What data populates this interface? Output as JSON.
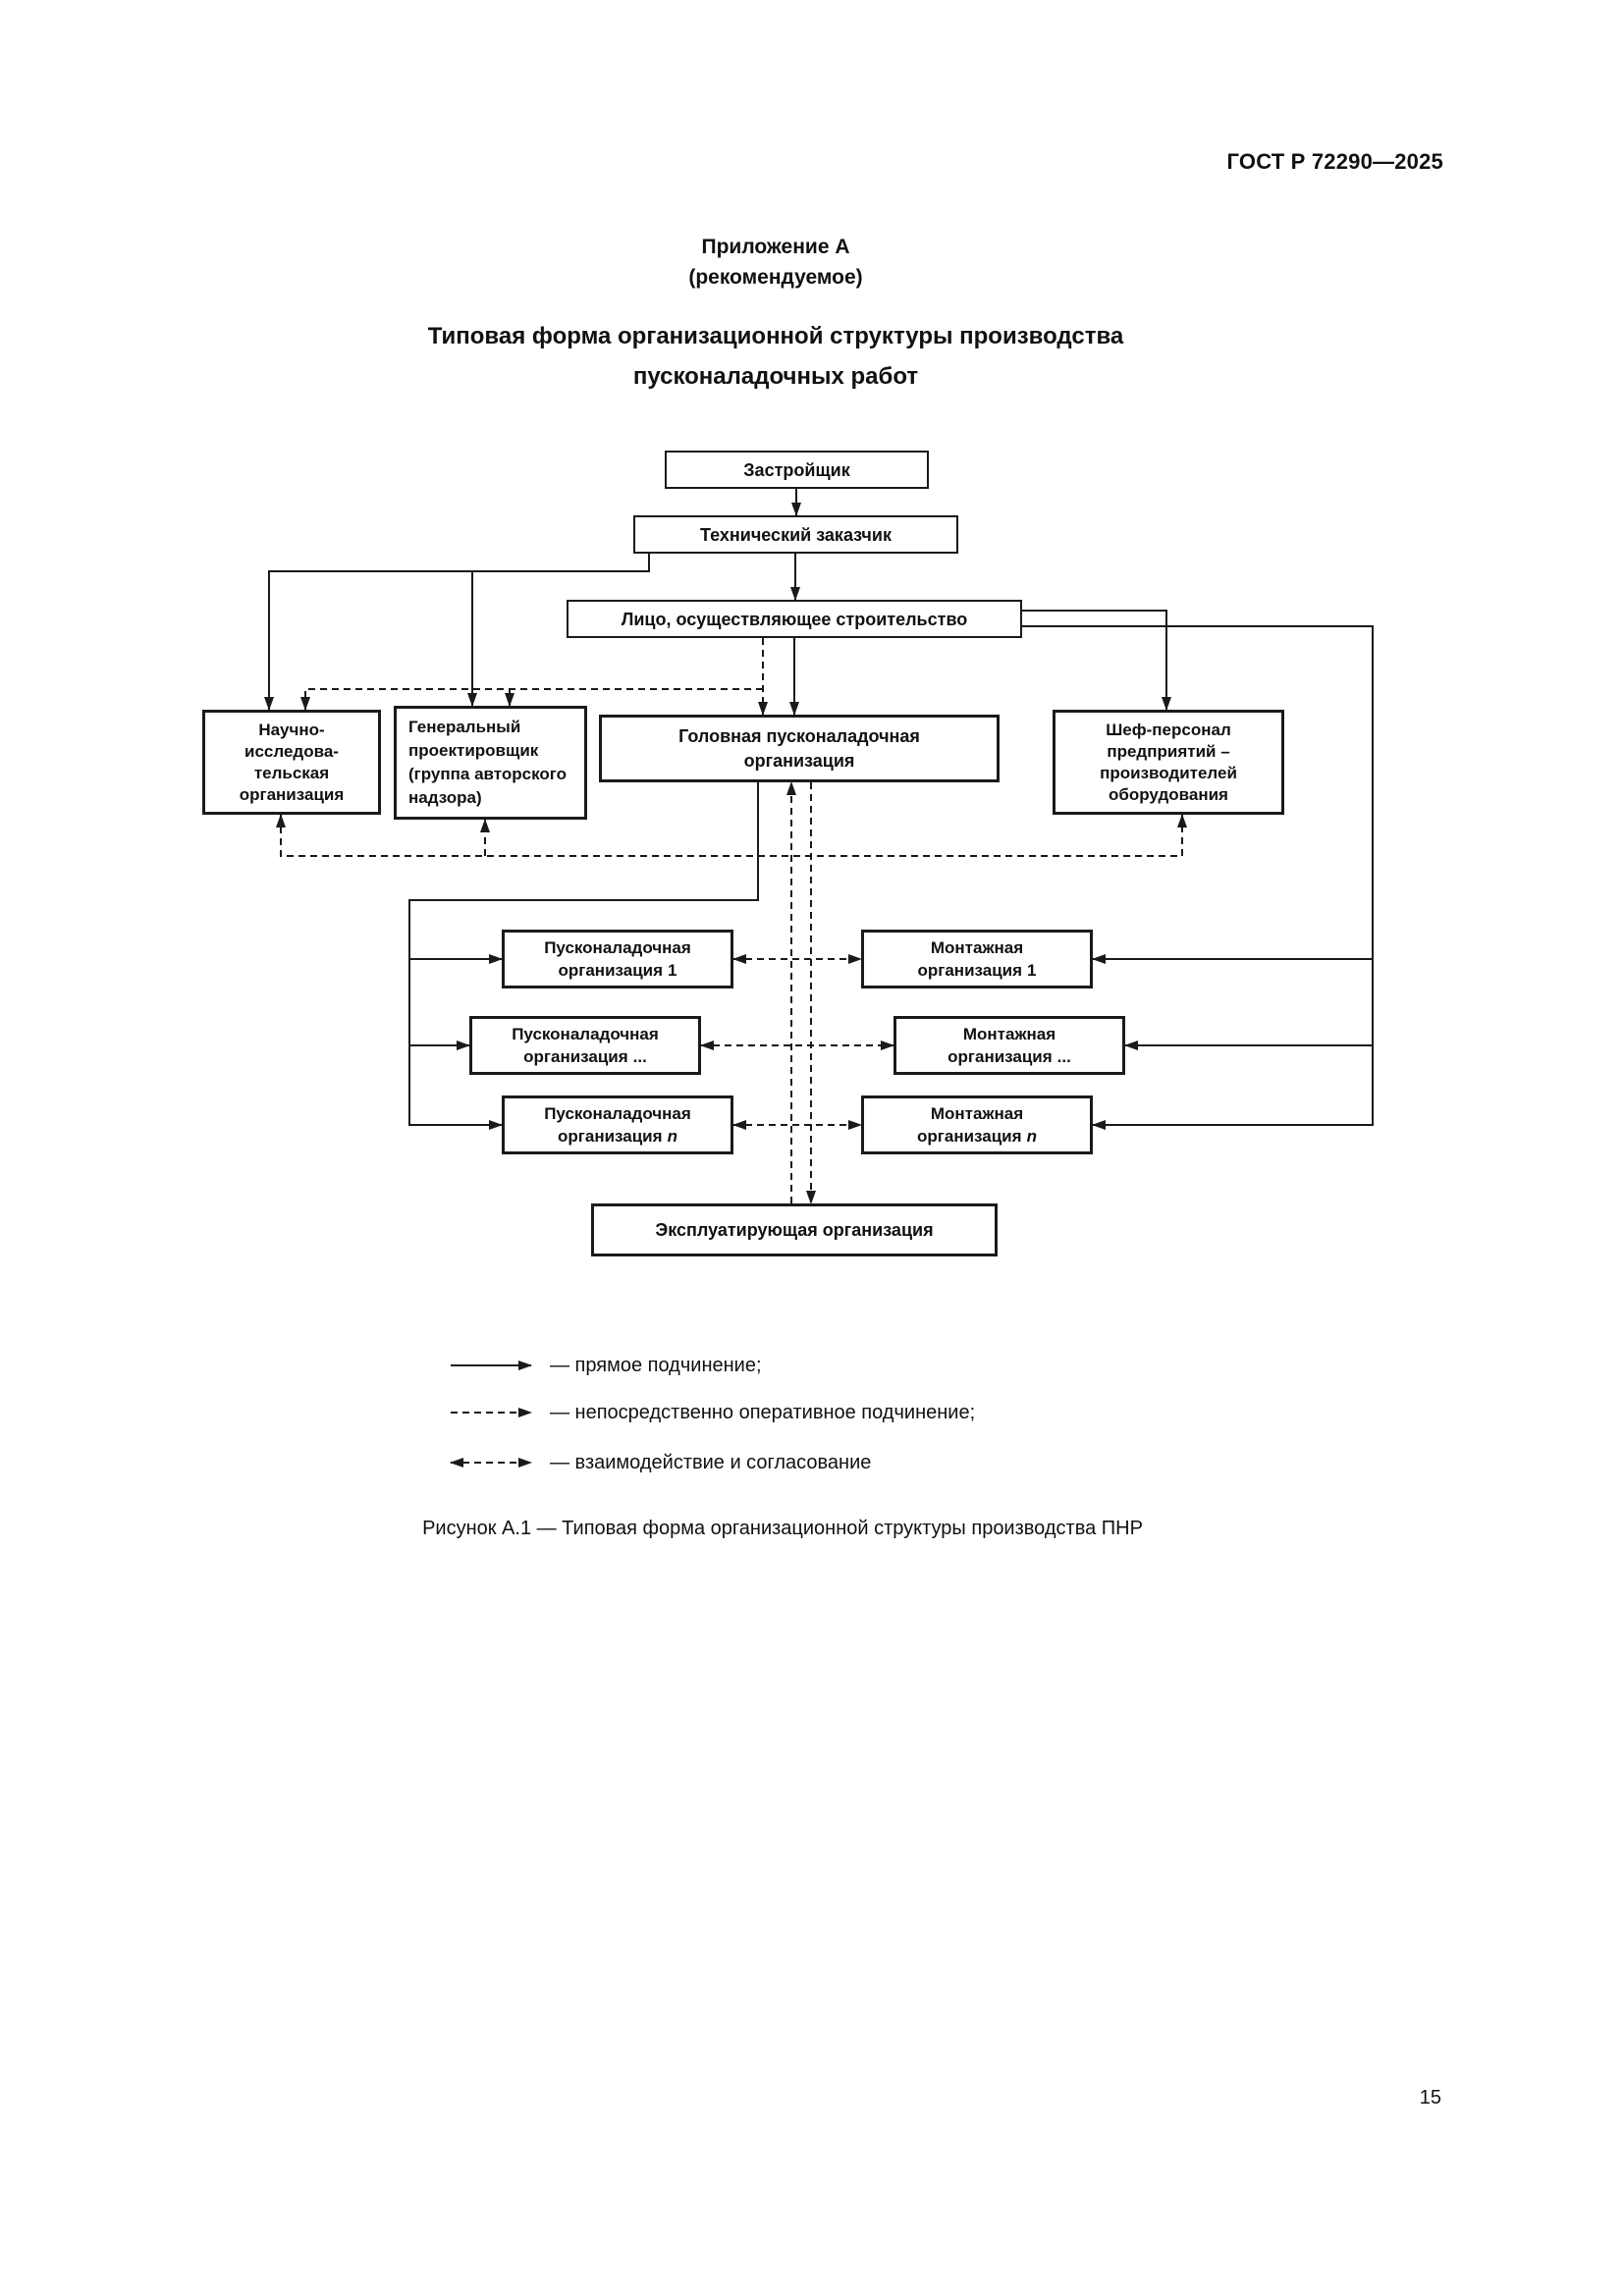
{
  "page": {
    "header_title": "ГОСТ Р 72290—2025",
    "page_number": "15"
  },
  "appendix": {
    "label": "Приложение А",
    "type": "(рекомендуемое)",
    "title_line1": "Типовая форма организационной структуры производства",
    "title_line2": "пусконаладочных работ"
  },
  "diagram": {
    "nodes": {
      "zastroyshchik": {
        "label": "Застройщик"
      },
      "tech_zakazchik": {
        "label": "Технический заказчик"
      },
      "lico_stroitelstvo": {
        "label": "Лицо, осуществляющее строительство"
      },
      "nauchnaya_org": {
        "label": "Научно-\nисследова-\nтельская\nорганизация"
      },
      "gen_proektirovshchik": {
        "label": "Генеральный\nпроектировщик\n(группа авторского\nнадзора)"
      },
      "golovnaya_pno": {
        "label": "Головная пусконаладочная\nорганизация"
      },
      "shef_personal": {
        "label": "Шеф-персонал\nпредприятий –\nпроизводителей\nоборудования"
      },
      "pnr_org_1": {
        "line1": "Пусконаладочная",
        "line2": "организация",
        "suffix": "1"
      },
      "pnr_org_dots": {
        "line1": "Пусконаладочная",
        "line2": "организация",
        "suffix": "..."
      },
      "pnr_org_n": {
        "line1": "Пусконаладочная",
        "line2": "организация",
        "suffix": "n"
      },
      "mont_org_1": {
        "line1": "Монтажная",
        "line2": "организация",
        "suffix": "1"
      },
      "mont_org_dots": {
        "line1": "Монтажная",
        "line2": "организация",
        "suffix": "..."
      },
      "mont_org_n": {
        "line1": "Монтажная",
        "line2": "организация",
        "suffix": "n"
      },
      "ekspluatiruyushchaya": {
        "label": "Эксплуатирующая организация"
      }
    }
  },
  "legend": {
    "direct": "— прямое подчинение;",
    "operational": "— непосредственно оперативное подчинение;",
    "interaction": "— взаимодействие и согласование"
  },
  "figure_caption": "Рисунок А.1 — Типовая форма организационной структуры производства ПНР"
}
